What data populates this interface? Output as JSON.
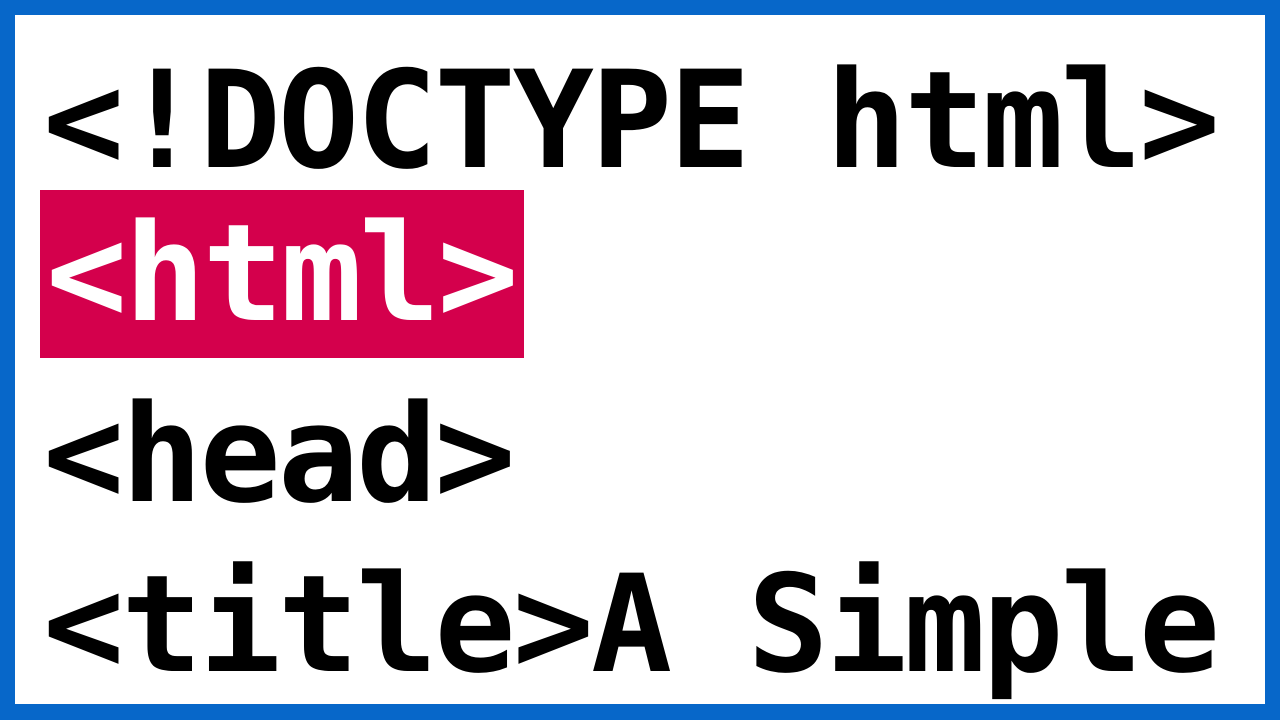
{
  "colors": {
    "frame_border": "#0767c9",
    "background": "#ffffff",
    "text": "#000000",
    "highlight_background": "#d4004c",
    "highlight_text": "#ffffff"
  },
  "code": {
    "lines": [
      "<!DOCTYPE html>",
      "<html>",
      "<head>",
      "<title>A Simple"
    ],
    "highlighted_line": 2
  }
}
